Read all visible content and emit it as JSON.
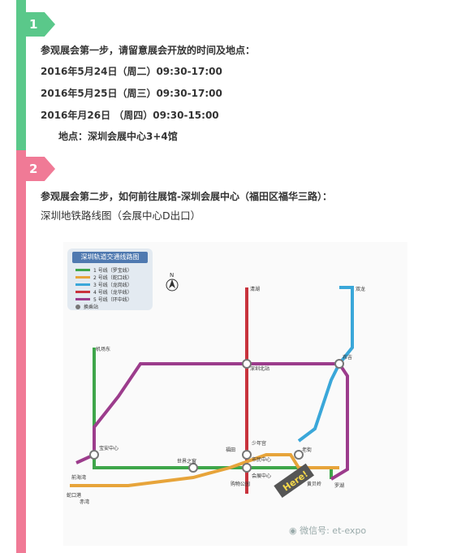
{
  "section1": {
    "number": "1",
    "heading": "参观展会第一步，请留意展会开放的时间及地点：",
    "dates": [
      "2016年5月24日（周二）09:30-17:00",
      "2016年5月25日（周三）09:30-17:00",
      "2016年月26日  （周四）09:30-15:00"
    ],
    "location": "地点：深圳会展中心3+4馆"
  },
  "section2": {
    "number": "2",
    "heading": "参观展会第二步，如何前往展馆-深圳会展中心（福田区福华三路）：",
    "subheading": "深圳地铁路线图（会展中心D出口）"
  },
  "map": {
    "legend_title": "深圳轨道交通线路图",
    "legend": [
      {
        "label": "1 号线（罗宝线）",
        "color": "#3ea64a"
      },
      {
        "label": "2 号线（蛇口线）",
        "color": "#e7a43a"
      },
      {
        "label": "3 号线（龙岗线）",
        "color": "#3aa7d9"
      },
      {
        "label": "4 号线（龙华线）",
        "color": "#c8323c"
      },
      {
        "label": "5 号线（环中线）",
        "color": "#9c3c8c"
      },
      {
        "label": "换乘站",
        "color": "#777777"
      }
    ],
    "north": "N",
    "here": "Here!",
    "stations": {
      "futian": "福田",
      "shaoniangong": "少年宫",
      "shiminzhongxin": "市民中心",
      "huizhanzhongxin": "会展中心",
      "gouwugongyuan": "购物公园",
      "shenzhenbei": "深圳北站",
      "laojie": "老街",
      "buji": "布吉",
      "qianhaiwan": "前海湾",
      "shijiezhichuang": "世界之窗",
      "baoan": "宝安中心",
      "luohu": "罗湖",
      "qinghu": "清湖",
      "shuanglong": "双龙",
      "chiwan": "赤湾",
      "shekougang": "蛇口港",
      "jichangdong": "机场东",
      "huangbeiling": "黄贝岭"
    }
  },
  "watermark": "微信号: et-expo"
}
